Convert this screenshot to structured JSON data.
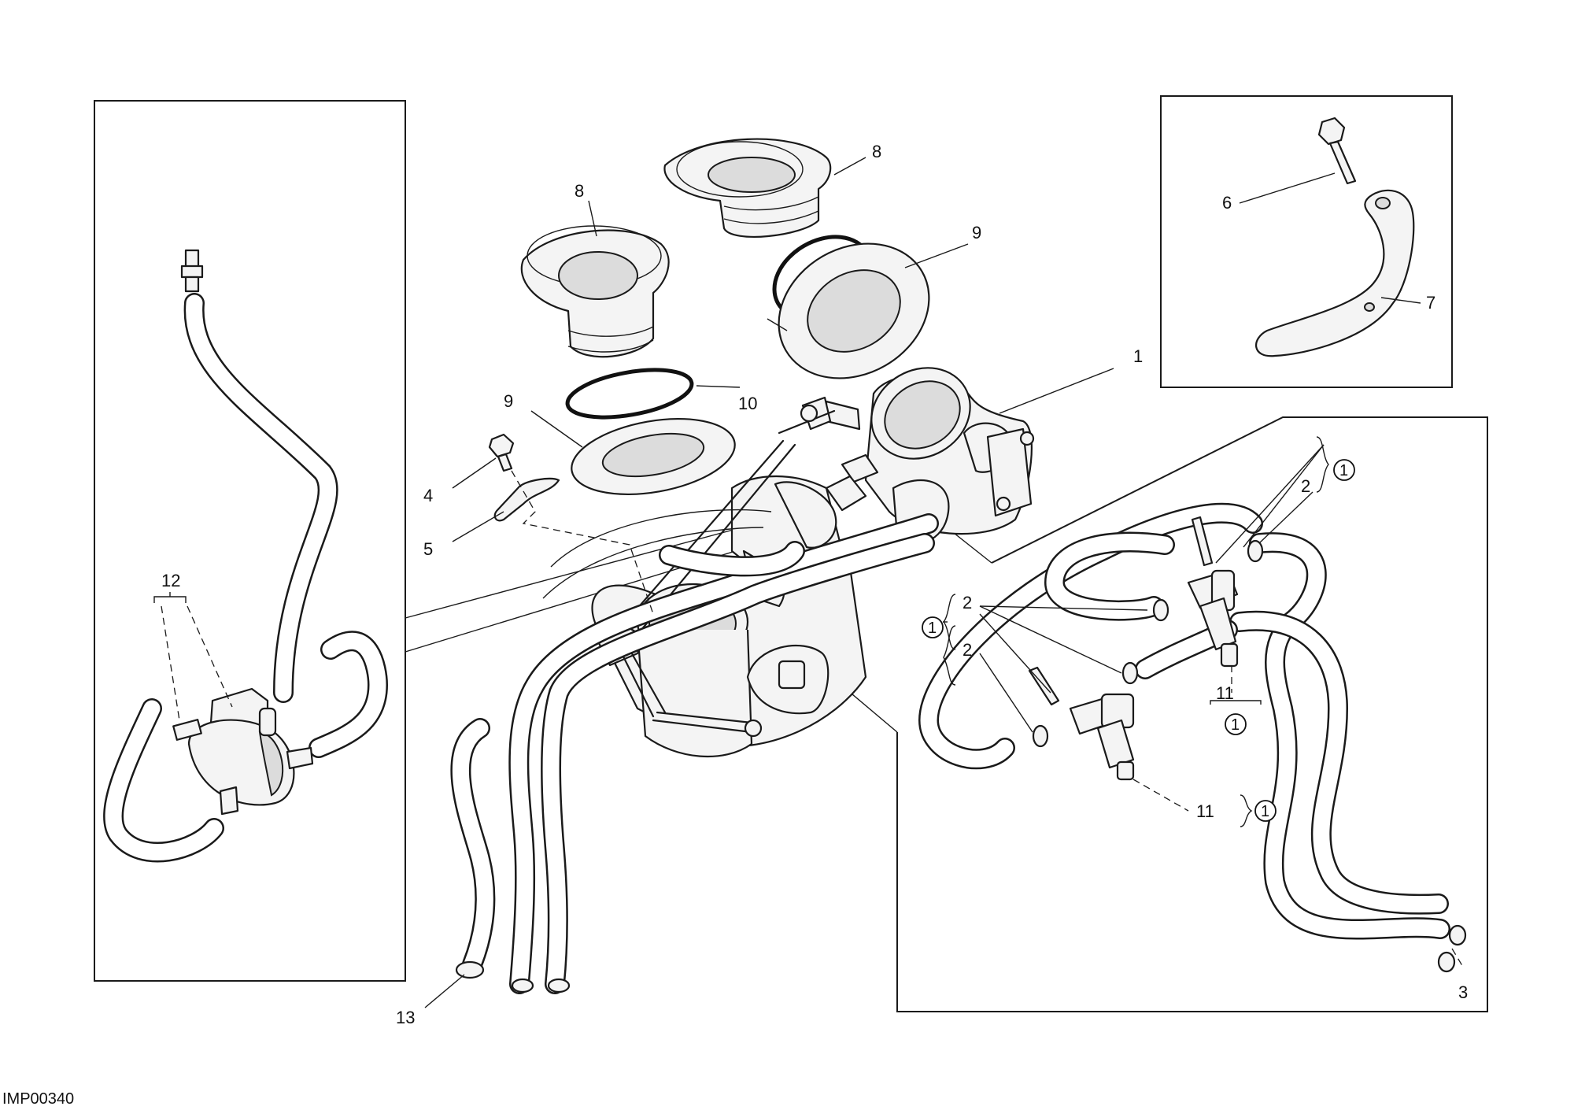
{
  "callouts": {
    "c1": "1",
    "c2a": "2",
    "c2b": "2",
    "c2c": "2",
    "c3": "3",
    "c4": "4",
    "c5": "5",
    "c6": "6",
    "c7": "7",
    "c8a": "8",
    "c8b": "8",
    "c9a": "9",
    "c9b": "9",
    "c10": "10",
    "c11a": "11",
    "c11b": "11",
    "c12": "12",
    "c13": "13"
  },
  "circled_note": "1",
  "drawing_code": "IMP00340"
}
